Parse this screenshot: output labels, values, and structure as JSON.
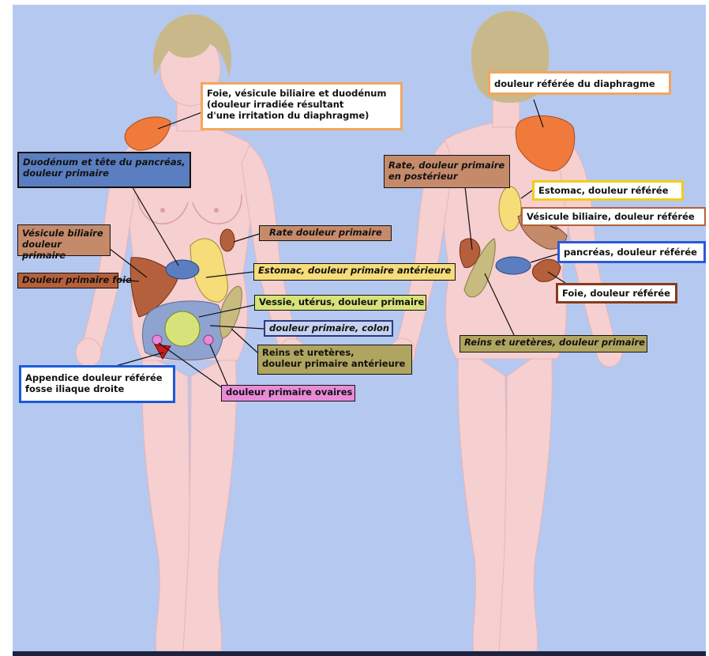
{
  "labels": {
    "foie_vesicule_duodenum": "Foie, vésicule biliaire et duodénum\n(douleur irradiée résultant\nd'une irritation du diaphragme)",
    "duodenum_pancreas": "Duodénum et tête du pancréas,\ndouleur primaire",
    "vesicule_primaire": "Vésicule biliaire\ndouleur primaire",
    "foie_primaire": "Douleur primaire foie",
    "rate_primaire": "Rate douleur primaire",
    "estomac_anterieure": "Estomac, douleur primaire antérieure",
    "vessie_uterus": "Vessie, utérus, douleur primaire",
    "colon": "douleur primaire, colon",
    "reins_anterieure": "Reins et uretères,\ndouleur primaire antérieure",
    "appendice": "Appendice douleur référée\nfosse iliaque droite",
    "ovaires": "douleur primaire ovaires",
    "diaphragme": "douleur référée du diaphragme",
    "rate_posterieur": "Rate, douleur primaire\nen postérieur",
    "estomac_reference": "Estomac, douleur référée",
    "vesicule_reference": "Vésicule biliaire, douleur référée",
    "pancreas_reference": "pancréas, douleur référée",
    "foie_reference": "Foie, douleur référée",
    "reins_primaire": "Reins et uretères, douleur primaire"
  },
  "colors": {
    "background": "#b5c8f0",
    "skin": "#f6cfd0",
    "hair": "#c9b98a",
    "orange_diaphragm": "#f07a3c",
    "blue_pancreas": "#5a7ec0",
    "brown_liver": "#b5603c",
    "yellow_stomach": "#f7dc7a",
    "green_bladder": "#d8e27a",
    "colon_blue": "#8ea3cf",
    "khaki_kidney": "#c8bb80",
    "ovary_pink": "#e88ad8"
  }
}
